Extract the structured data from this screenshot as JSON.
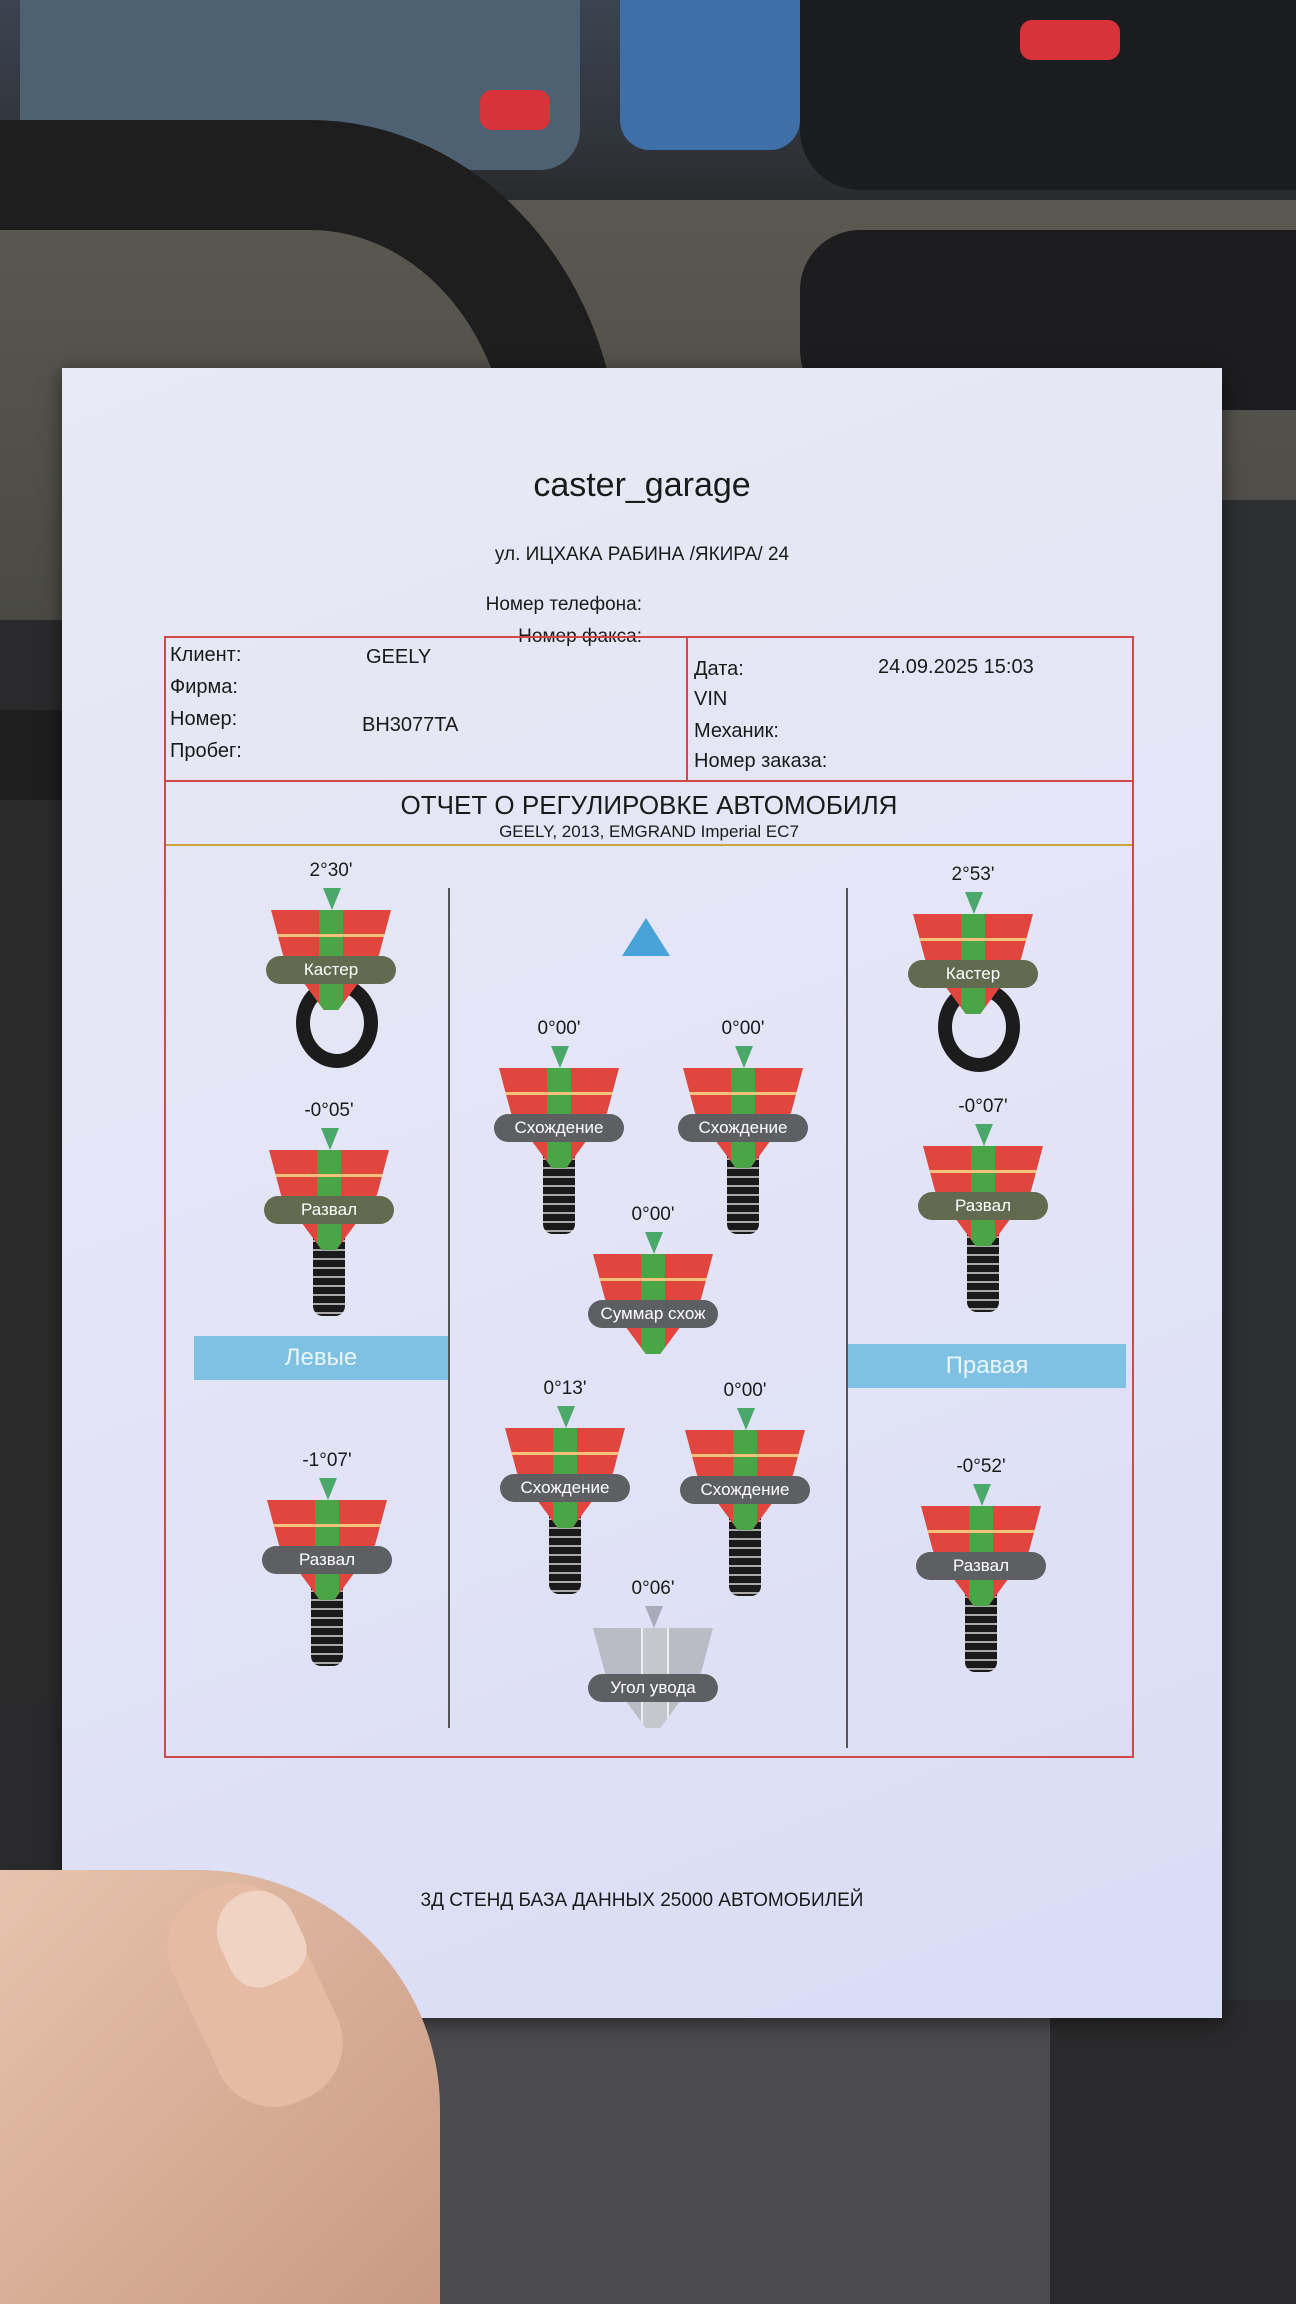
{
  "document": {
    "brand": "caster_garage",
    "address": "ул. ИЦХАКА РАБИНА /ЯКИРА/ 24",
    "phone_label": "Номер телефона:",
    "fax_label": "Номер факса:",
    "client": {
      "client_label": "Клиент:",
      "client_value": "GEELY",
      "firm_label": "Фирма:",
      "number_label": "Номер:",
      "number_value": "BH3077TA",
      "mileage_label": "Пробег:",
      "date_label": "Дата:",
      "date_value": "24.09.2025  15:03",
      "vin_label": "VIN",
      "mechanic_label": "Механик:",
      "order_label": "Номер заказа:"
    },
    "report_title": "ОТЧЕТ О РЕГУЛИРОВКЕ АВТОМОБИЛЯ",
    "vehicle": "GEELY, 2013, EMGRAND Imperial EC7",
    "left_label": "Левые",
    "right_label": "Правая",
    "footer": "3Д СТЕНД  БАЗА ДАННЫХ 25000 АВТОМОБИЛЕЙ"
  },
  "measurements": [
    {
      "id": "caster-front-left",
      "label": "Кастер",
      "value": "2°30'"
    },
    {
      "id": "caster-front-right",
      "label": "Кастер",
      "value": "2°53'"
    },
    {
      "id": "camber-front-left",
      "label": "Развал",
      "value": "-0°05'"
    },
    {
      "id": "camber-front-right",
      "label": "Развал",
      "value": "-0°07'"
    },
    {
      "id": "toe-front-left",
      "label": "Схождение",
      "value": "0°00'"
    },
    {
      "id": "toe-front-right",
      "label": "Схождение",
      "value": "0°00'"
    },
    {
      "id": "total-toe-front",
      "label": "Суммар схож",
      "value": "0°00'"
    },
    {
      "id": "toe-rear-left",
      "label": "Схождение",
      "value": "0°13'"
    },
    {
      "id": "toe-rear-right",
      "label": "Схождение",
      "value": "0°00'"
    },
    {
      "id": "camber-rear-left",
      "label": "Развал",
      "value": "-1°07'"
    },
    {
      "id": "camber-rear-right",
      "label": "Развал",
      "value": "-0°52'"
    },
    {
      "id": "thrust-angle",
      "label": "Угол увода",
      "value": "0°06'"
    }
  ]
}
